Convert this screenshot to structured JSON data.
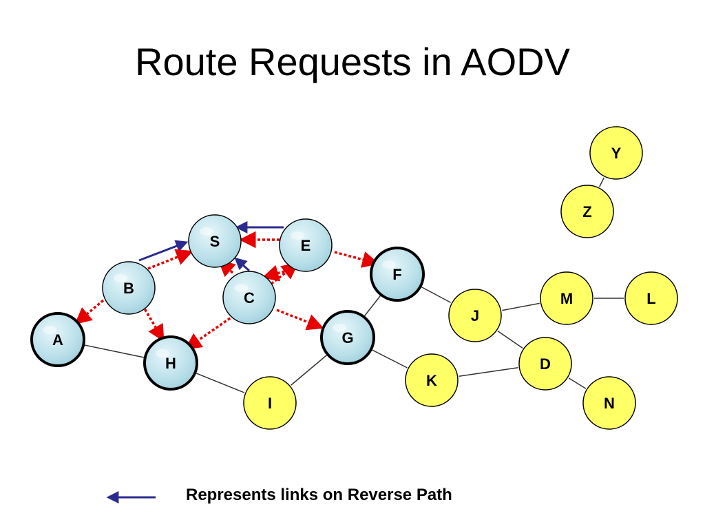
{
  "title": "Route Requests in AODV",
  "legend": {
    "text": "Represents links on Reverse Path"
  },
  "colors": {
    "visited_fill": "#bfe3ec",
    "unvisited_fill": "#ffff66",
    "rreq_arrow": "#e60000",
    "reverse_arrow": "#2b2b8f",
    "link": "#333333"
  },
  "nodes": [
    {
      "id": "S",
      "label": "S",
      "state": "visited",
      "bold_border": false
    },
    {
      "id": "E",
      "label": "E",
      "state": "visited",
      "bold_border": false
    },
    {
      "id": "B",
      "label": "B",
      "state": "visited",
      "bold_border": false
    },
    {
      "id": "C",
      "label": "C",
      "state": "visited",
      "bold_border": false
    },
    {
      "id": "F",
      "label": "F",
      "state": "visited",
      "bold_border": true
    },
    {
      "id": "A",
      "label": "A",
      "state": "visited",
      "bold_border": true
    },
    {
      "id": "H",
      "label": "H",
      "state": "visited",
      "bold_border": true
    },
    {
      "id": "G",
      "label": "G",
      "state": "visited",
      "bold_border": true
    },
    {
      "id": "I",
      "label": "I",
      "state": "unvisited",
      "bold_border": false
    },
    {
      "id": "J",
      "label": "J",
      "state": "unvisited",
      "bold_border": false
    },
    {
      "id": "K",
      "label": "K",
      "state": "unvisited",
      "bold_border": false
    },
    {
      "id": "M",
      "label": "M",
      "state": "unvisited",
      "bold_border": false
    },
    {
      "id": "L",
      "label": "L",
      "state": "unvisited",
      "bold_border": false
    },
    {
      "id": "D",
      "label": "D",
      "state": "unvisited",
      "bold_border": false
    },
    {
      "id": "N",
      "label": "N",
      "state": "unvisited",
      "bold_border": false
    },
    {
      "id": "Y",
      "label": "Y",
      "state": "unvisited",
      "bold_border": false
    },
    {
      "id": "Z",
      "label": "Z",
      "state": "unvisited",
      "bold_border": false
    }
  ],
  "links": [
    {
      "from": "A",
      "to": "H"
    },
    {
      "from": "H",
      "to": "I"
    },
    {
      "from": "I",
      "to": "G"
    },
    {
      "from": "G",
      "to": "F"
    },
    {
      "from": "G",
      "to": "K"
    },
    {
      "from": "F",
      "to": "J"
    },
    {
      "from": "J",
      "to": "M"
    },
    {
      "from": "M",
      "to": "L"
    },
    {
      "from": "J",
      "to": "D"
    },
    {
      "from": "K",
      "to": "D"
    },
    {
      "from": "D",
      "to": "N"
    },
    {
      "from": "Y",
      "to": "Z"
    }
  ],
  "rreq_arrows": [
    {
      "from": "E",
      "to": "S"
    },
    {
      "from": "E",
      "to": "F"
    },
    {
      "from": "E",
      "to": "C"
    },
    {
      "from": "C",
      "to": "S"
    },
    {
      "from": "C",
      "to": "E"
    },
    {
      "from": "C",
      "to": "H"
    },
    {
      "from": "C",
      "to": "G"
    },
    {
      "from": "B",
      "to": "S"
    },
    {
      "from": "B",
      "to": "A"
    },
    {
      "from": "B",
      "to": "H"
    }
  ],
  "reverse_arrows": [
    {
      "from": "E",
      "to": "S"
    },
    {
      "from": "C",
      "to": "S"
    },
    {
      "from": "B",
      "to": "S"
    }
  ]
}
